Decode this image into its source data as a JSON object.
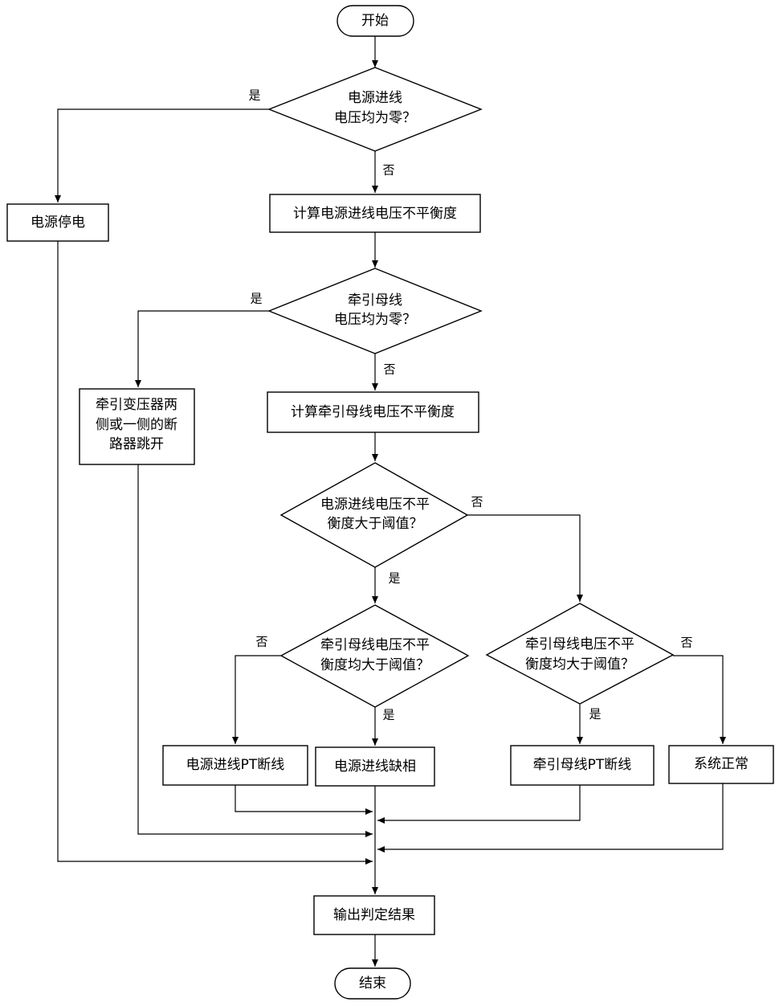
{
  "nodes": {
    "start": "开始",
    "q_supply_zero": [
      "电源进线",
      "电压均为零？"
    ],
    "supply_outage": "电源停电",
    "calc_supply_unbalance": "计算电源进线电压不平衡度",
    "q_traction_zero": [
      "牵引母线",
      "电压均为零？"
    ],
    "breaker_trip": [
      "牵引变压器两",
      "侧或一侧的断",
      "路器跳开"
    ],
    "calc_traction_unbalance": "计算牵引母线电压不平衡度",
    "q_supply_unbalance": [
      "电源进线电压不平",
      "衡度大于阈值？"
    ],
    "q_traction_unbalance_left": [
      "牵引母线电压不平",
      "衡度均大于阈值？"
    ],
    "q_traction_unbalance_right": [
      "牵引母线电压不平",
      "衡度均大于阈值？"
    ],
    "supply_pt_break": "电源进线PT断线",
    "supply_phase_loss": "电源进线缺相",
    "traction_pt_break": "牵引母线PT断线",
    "system_normal": "系统正常",
    "output_result": "输出判定结果",
    "end": "结束"
  },
  "edge_labels": {
    "yes": "是",
    "no": "否"
  }
}
